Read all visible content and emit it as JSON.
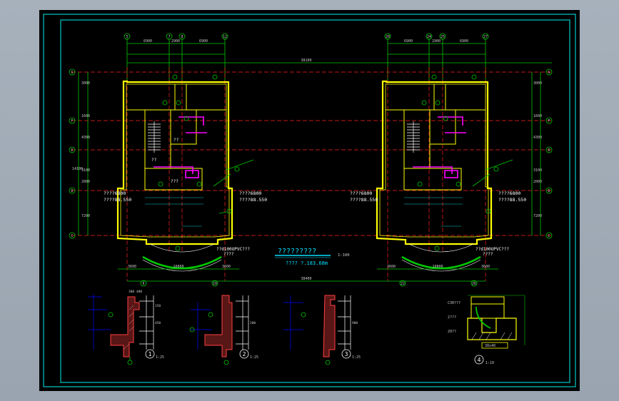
{
  "drawing": {
    "title": "?????????",
    "scale_main": "1:100",
    "area_note": "???? ?.183.68m",
    "top_dims": [
      "6900",
      "2900",
      "6900",
      "38100",
      "6900",
      "2900",
      "6900"
    ],
    "top_axes": [
      "5",
      "7",
      "8",
      "12",
      "20",
      "24",
      "25",
      "27"
    ],
    "bottom_axes": [
      "6",
      "10",
      "22",
      "26"
    ],
    "row_axes": [
      "G",
      "F",
      "E",
      "D",
      "C"
    ],
    "bottom_dims": [
      "3600",
      "10800",
      "3600",
      "3600",
      "10800",
      "3600"
    ],
    "total_width": "38400",
    "left_dims": [
      "3000",
      "1600",
      "4300",
      "3100",
      "2000",
      "14100",
      "7200"
    ],
    "right_dims": [
      "3000",
      "1600",
      "4300",
      "3100",
      "2000",
      "7200"
    ],
    "left_plan": {
      "elev_note_1": "????6800",
      "elev_note_2": "????88.550",
      "elev_note_3": "????6800",
      "elev_note_4": "????88.550",
      "pipe_note": "??d100UPVC???",
      "pipe_note_2": "????",
      "stair_label": "??",
      "room_label": "???",
      "room_label_2": "??"
    },
    "right_plan": {
      "elev_note_1": "????6800",
      "elev_note_2": "????88.550",
      "elev_note_3": "????6800",
      "elev_note_4": "????88.550",
      "pipe_note": "??d100UPVC???",
      "pipe_note_2": "????"
    },
    "details": [
      {
        "num": "1",
        "scale": "1:25"
      },
      {
        "num": "2",
        "scale": "1:25"
      },
      {
        "num": "3",
        "scale": "1:25"
      },
      {
        "num": "4",
        "scale": "1:10"
      }
    ],
    "detail_dims": [
      "300",
      "400",
      "150",
      "450",
      "200",
      "900"
    ],
    "detail4_notes": [
      "C30???",
      "2???",
      "20??",
      "30x40"
    ]
  }
}
